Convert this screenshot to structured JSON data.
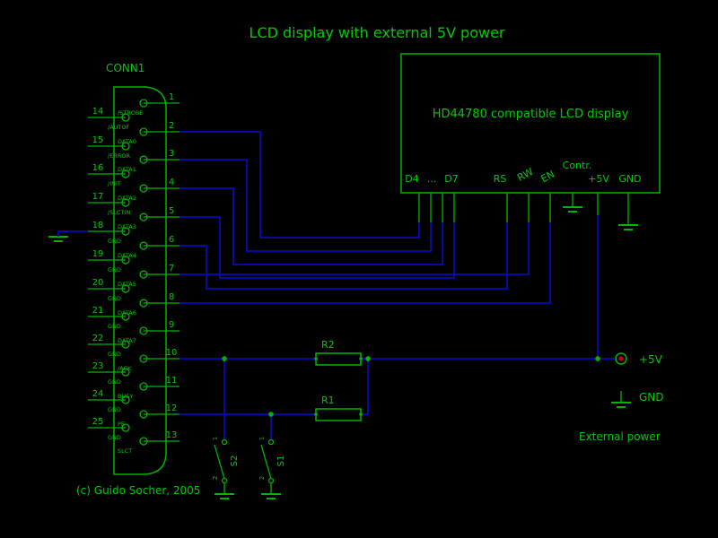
{
  "title": "LCD display with external 5V power",
  "connector": {
    "name": "CONN1",
    "right_pins": [
      {
        "num": "1",
        "label": "/STROBE"
      },
      {
        "num": "2",
        "label": "DATA0"
      },
      {
        "num": "3",
        "label": "DATA1"
      },
      {
        "num": "4",
        "label": "DATA2"
      },
      {
        "num": "5",
        "label": "DATA3"
      },
      {
        "num": "6",
        "label": "DATA4"
      },
      {
        "num": "7",
        "label": "DATA5"
      },
      {
        "num": "8",
        "label": "DATA6"
      },
      {
        "num": "9",
        "label": "DATA7"
      },
      {
        "num": "10",
        "label": "/ACK"
      },
      {
        "num": "11",
        "label": "BUSY"
      },
      {
        "num": "12",
        "label": "PE"
      },
      {
        "num": "13",
        "label": "SLCT"
      }
    ],
    "left_pins": [
      {
        "num": "14",
        "label": "/AUTOF"
      },
      {
        "num": "15",
        "label": "/ERROR"
      },
      {
        "num": "16",
        "label": "/INIT"
      },
      {
        "num": "17",
        "label": "/SLCTIN"
      },
      {
        "num": "18",
        "label": "GND"
      },
      {
        "num": "19",
        "label": "GND"
      },
      {
        "num": "20",
        "label": "GND"
      },
      {
        "num": "21",
        "label": "GND"
      },
      {
        "num": "22",
        "label": "GND"
      },
      {
        "num": "23",
        "label": "GND"
      },
      {
        "num": "24",
        "label": "GND"
      },
      {
        "num": "25",
        "label": "GND"
      }
    ]
  },
  "lcd": {
    "label": "HD44780 compatible LCD display",
    "pins": [
      "D4",
      "...",
      "D7",
      "RS",
      "RW",
      "EN",
      "Contr.",
      "+5V",
      "GND"
    ]
  },
  "resistors": {
    "r2": "R2",
    "r1": "R1"
  },
  "switches": [
    {
      "name": "S2",
      "pin1": "1",
      "pin2": "2"
    },
    {
      "name": "S1",
      "pin1": "1",
      "pin2": "2"
    }
  ],
  "power": {
    "plus5v": "+5V",
    "gnd": "GND",
    "caption": "External power"
  },
  "copyright": "(c) Guido Socher, 2005",
  "colors": {
    "wire": "#0a0ad8",
    "part": "#00b400",
    "text": "#00cc00",
    "pad": "#cc0000"
  }
}
